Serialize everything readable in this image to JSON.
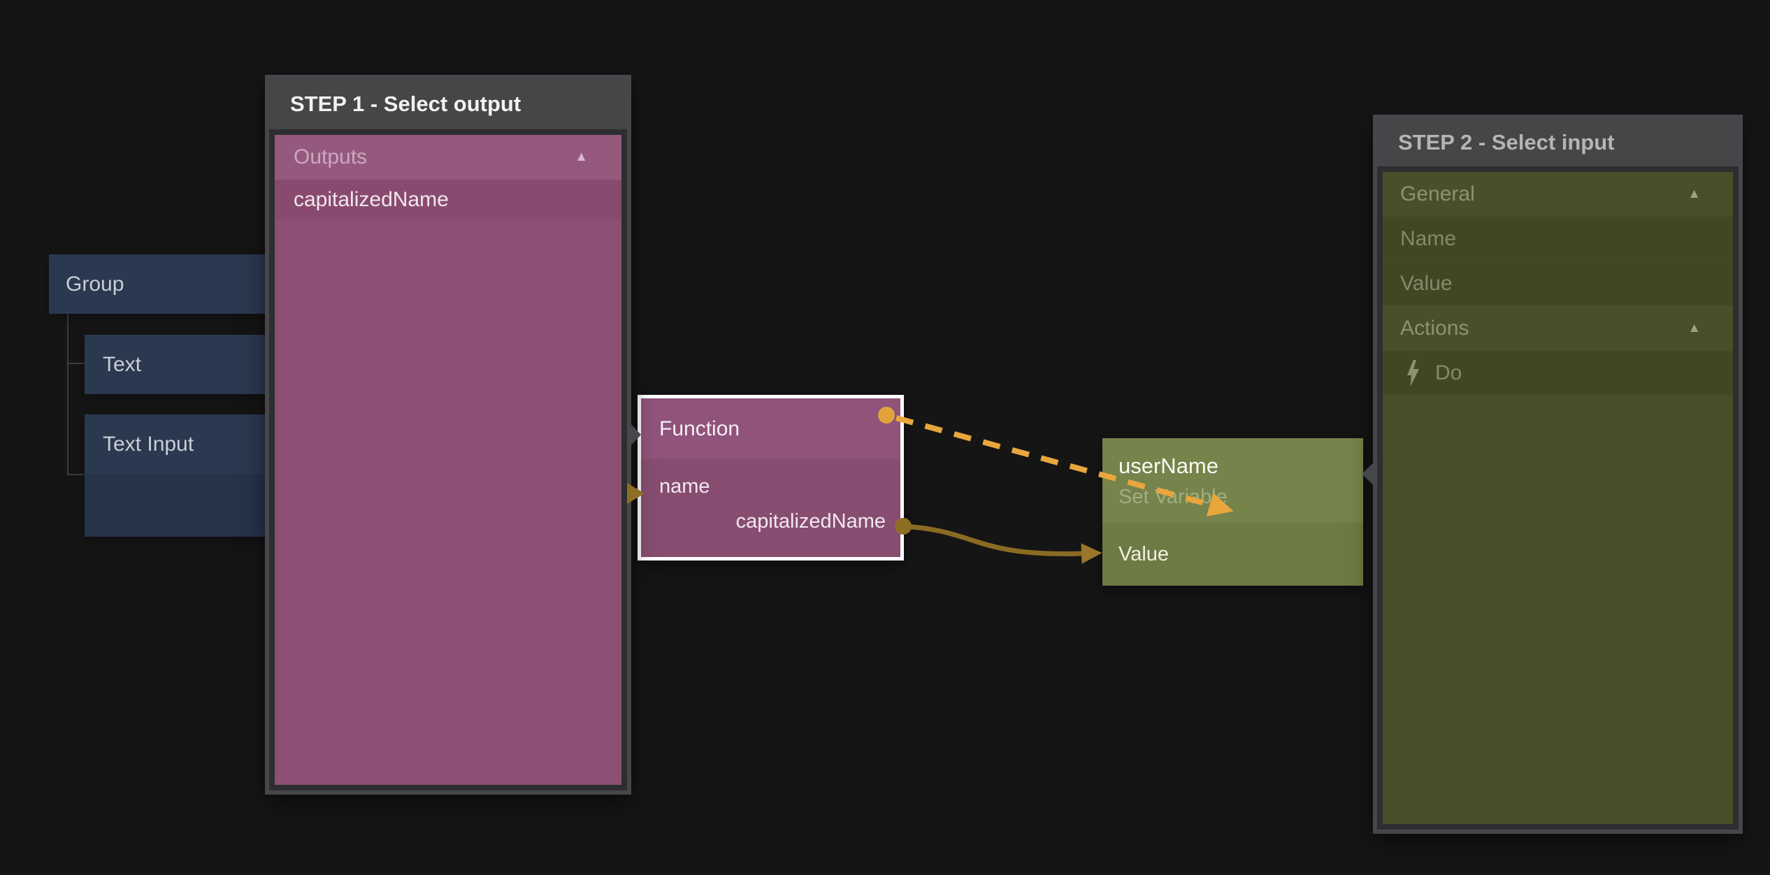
{
  "canvas": {
    "background": "#151516"
  },
  "palette": {
    "accent_orange": "#E8A63D",
    "accent_gold": "#8D6E24",
    "arrow_gold": "#9A762B",
    "panel_header_bg": "#464649",
    "panel_frame": "#2E2E30",
    "pink_panel": "#8D5074",
    "pink_node_body": "#874D71",
    "pink_node_header": "#90537A",
    "olive_panel": "#474E28",
    "olive_node_header": "#76834B",
    "olive_node_body": "#6E7A43",
    "blue_node": "#2A3950",
    "selection_border": "#FFFFFF",
    "connector_gray": "#47484C"
  },
  "tree": {
    "group_label": "Group",
    "text_label": "Text",
    "text_input_label": "Text Input"
  },
  "step1": {
    "title": "STEP 1 - Select output",
    "section_label": "Outputs",
    "collapse_icon": "▲",
    "item_label": "capitalizedName"
  },
  "function_node": {
    "title": "Function",
    "input_label": "name",
    "output_label": "capitalizedName"
  },
  "variable_node": {
    "title": "userName",
    "subtitle": "Set Variable",
    "input_label": "Value"
  },
  "step2": {
    "title": "STEP 2 - Select input",
    "rows": [
      {
        "type": "section",
        "label": "General",
        "collapse_icon": "▲"
      },
      {
        "type": "item",
        "label": "Name"
      },
      {
        "type": "item",
        "label": "Value"
      },
      {
        "type": "section",
        "label": "Actions",
        "collapse_icon": "▲"
      },
      {
        "type": "item",
        "label": "Do",
        "icon": "lightning-icon"
      }
    ]
  },
  "connections": [
    {
      "from": "function-node-signal-port",
      "to": "set-variable-node",
      "style": "dashed",
      "color": "#E8A63D"
    },
    {
      "from": "function-output-capitalizedName",
      "to": "set-variable-input-value",
      "style": "solid",
      "color": "#8A6B22"
    }
  ]
}
